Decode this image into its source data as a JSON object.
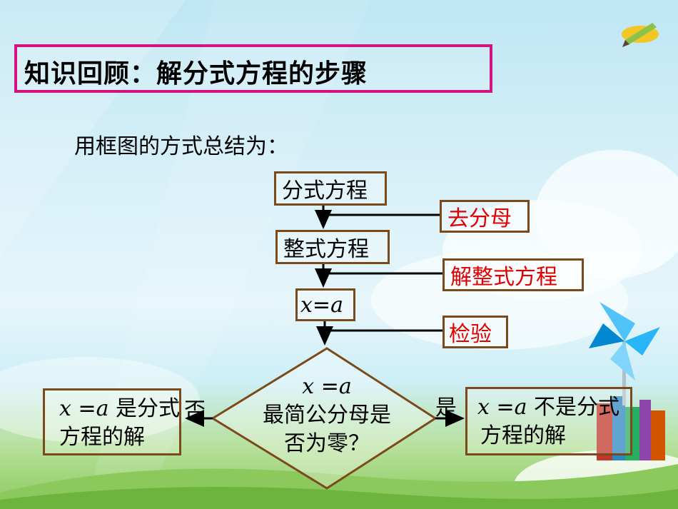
{
  "title": "知识回顾：解分式方程的步骤",
  "subtitle": "用框图的方式总结为：",
  "flow": {
    "step1": "分式方程",
    "step2": "整式方程",
    "step3_var": "x",
    "step3_eq": " =",
    "step3_val": "a",
    "side1": "去分母",
    "side2": "解整式方程",
    "side3": "检验",
    "decision_line1_var": "x",
    "decision_line1_eq": " =",
    "decision_line1_val": "a",
    "decision_line2": "最简公分母是",
    "decision_line3": "否为零？",
    "no_label": "否",
    "yes_label": "是",
    "left_result_var": "x",
    "left_result_eq": " =",
    "left_result_val": "a",
    "left_result_text1": " 是分式",
    "left_result_text2": "方程的解",
    "right_result_var": "x",
    "right_result_eq": " =",
    "right_result_val": "a",
    "right_result_text1": " 不是分式",
    "right_result_text2": "方程的解"
  },
  "colors": {
    "title_border": "#d4137f",
    "box_border": "#7a4a1a",
    "side_text": "#e00000"
  },
  "icons": [
    "pencil-icon",
    "pinwheel-icon"
  ]
}
